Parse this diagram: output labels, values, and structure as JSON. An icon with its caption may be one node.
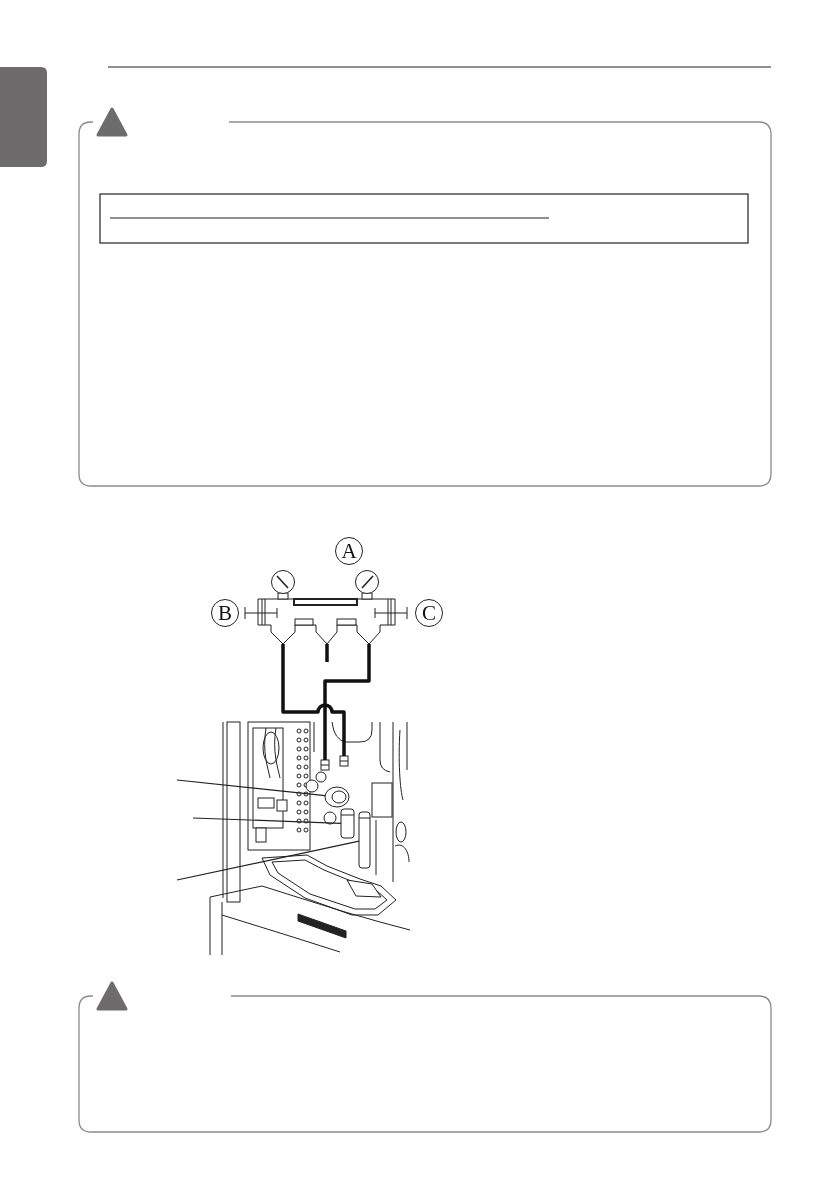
{
  "diagram": {
    "nodes": [
      {
        "text": [],
        "shape": "box"
      },
      {
        "text": [],
        "shape": "picture"
      },
      {
        "text": [],
        "shape": "picture"
      },
      {
        "text": [],
        "shape": "picture",
        "in": 2
      },
      {
        "text": [],
        "shape": "picture",
        "in": 2
      },
      {
        "text": [],
        "shape": "picture",
        "in": 2
      },
      {
        "text": [],
        "shape": "picture",
        "in": 2
      },
      {
        "text": [],
        "shape": "picture",
        "in": 2
      }
    ],
    "edges": [
      {
        "from": 1,
        "to": 4,
        "arrow": "none",
        "style": "thick"
      },
      {
        "from": 1,
        "to": 3,
        "arrow": "none",
        "style": "thick"
      },
      {
        "from": null,
        "to": 5,
        "arrow": "none"
      },
      {
        "from": null,
        "to": 6,
        "arrow": "none"
      },
      {
        "from": null,
        "to": 7,
        "arrow": "none"
      }
    ],
    "labels": [
      "A",
      "B",
      "C"
    ]
  }
}
